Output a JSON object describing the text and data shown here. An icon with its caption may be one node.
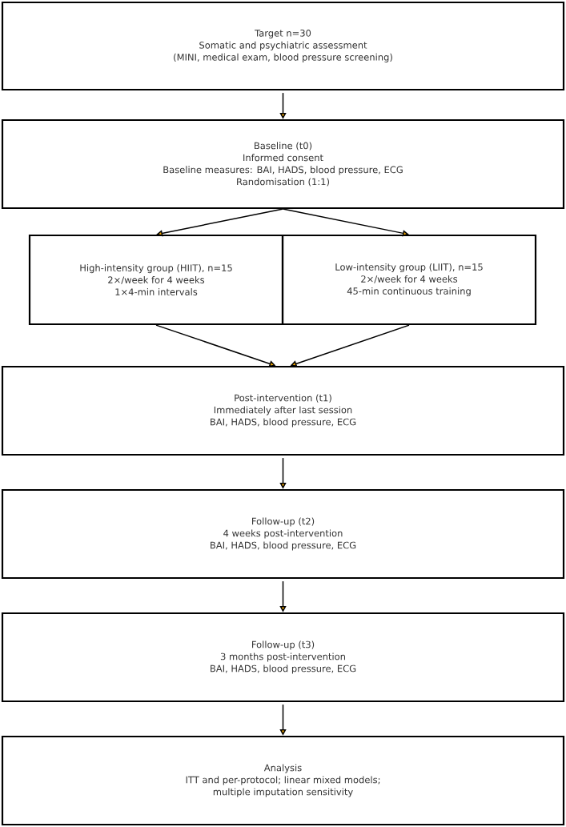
{
  "diagram": {
    "nodes": [
      {
        "text": [
          "Target n=30",
          "Somatic and psychiatric assessment",
          "(MINI, medical exam, blood pressure screening)"
        ]
      },
      {
        "text": [
          "Baseline (t0)",
          "Informed consent",
          "Baseline measures: BAI, HADS, blood pressure, ECG",
          "Randomisation (1:1)"
        ]
      },
      {
        "text": [
          "High-intensity group (HIIT), n=15",
          "2×/week for 4 weeks",
          "1×4-min intervals"
        ]
      },
      {
        "text": [
          "Low-intensity group (LIIT), n=15",
          "2×/week for 4 weeks",
          "45-min continuous training"
        ]
      },
      {
        "text": [
          "Post-intervention (t1)",
          "Immediately after last session",
          "BAI, HADS, blood pressure, ECG"
        ]
      },
      {
        "text": [
          "Follow-up (t2)",
          "4 weeks post-intervention",
          "BAI, HADS, blood pressure, ECG"
        ]
      },
      {
        "text": [
          "Follow-up (t3)",
          "3 months post-intervention",
          "BAI, HADS, blood pressure, ECG"
        ]
      },
      {
        "text": [
          "Analysis",
          "ITT and per-protocol; linear mixed models;",
          "multiple imputation sensitivity"
        ]
      }
    ],
    "edges": [
      {
        "from": 0,
        "to": 1,
        "arrow": "to"
      },
      {
        "from": 1,
        "to": 2,
        "arrow": "to"
      },
      {
        "from": 1,
        "to": 3,
        "arrow": "to"
      },
      {
        "from": 2,
        "to": 4,
        "arrow": "to"
      },
      {
        "from": 3,
        "to": 4,
        "arrow": "to"
      },
      {
        "from": 4,
        "to": 5,
        "arrow": "to"
      },
      {
        "from": 5,
        "to": 6,
        "arrow": "to"
      },
      {
        "from": 6,
        "to": 7,
        "arrow": "to"
      }
    ]
  }
}
